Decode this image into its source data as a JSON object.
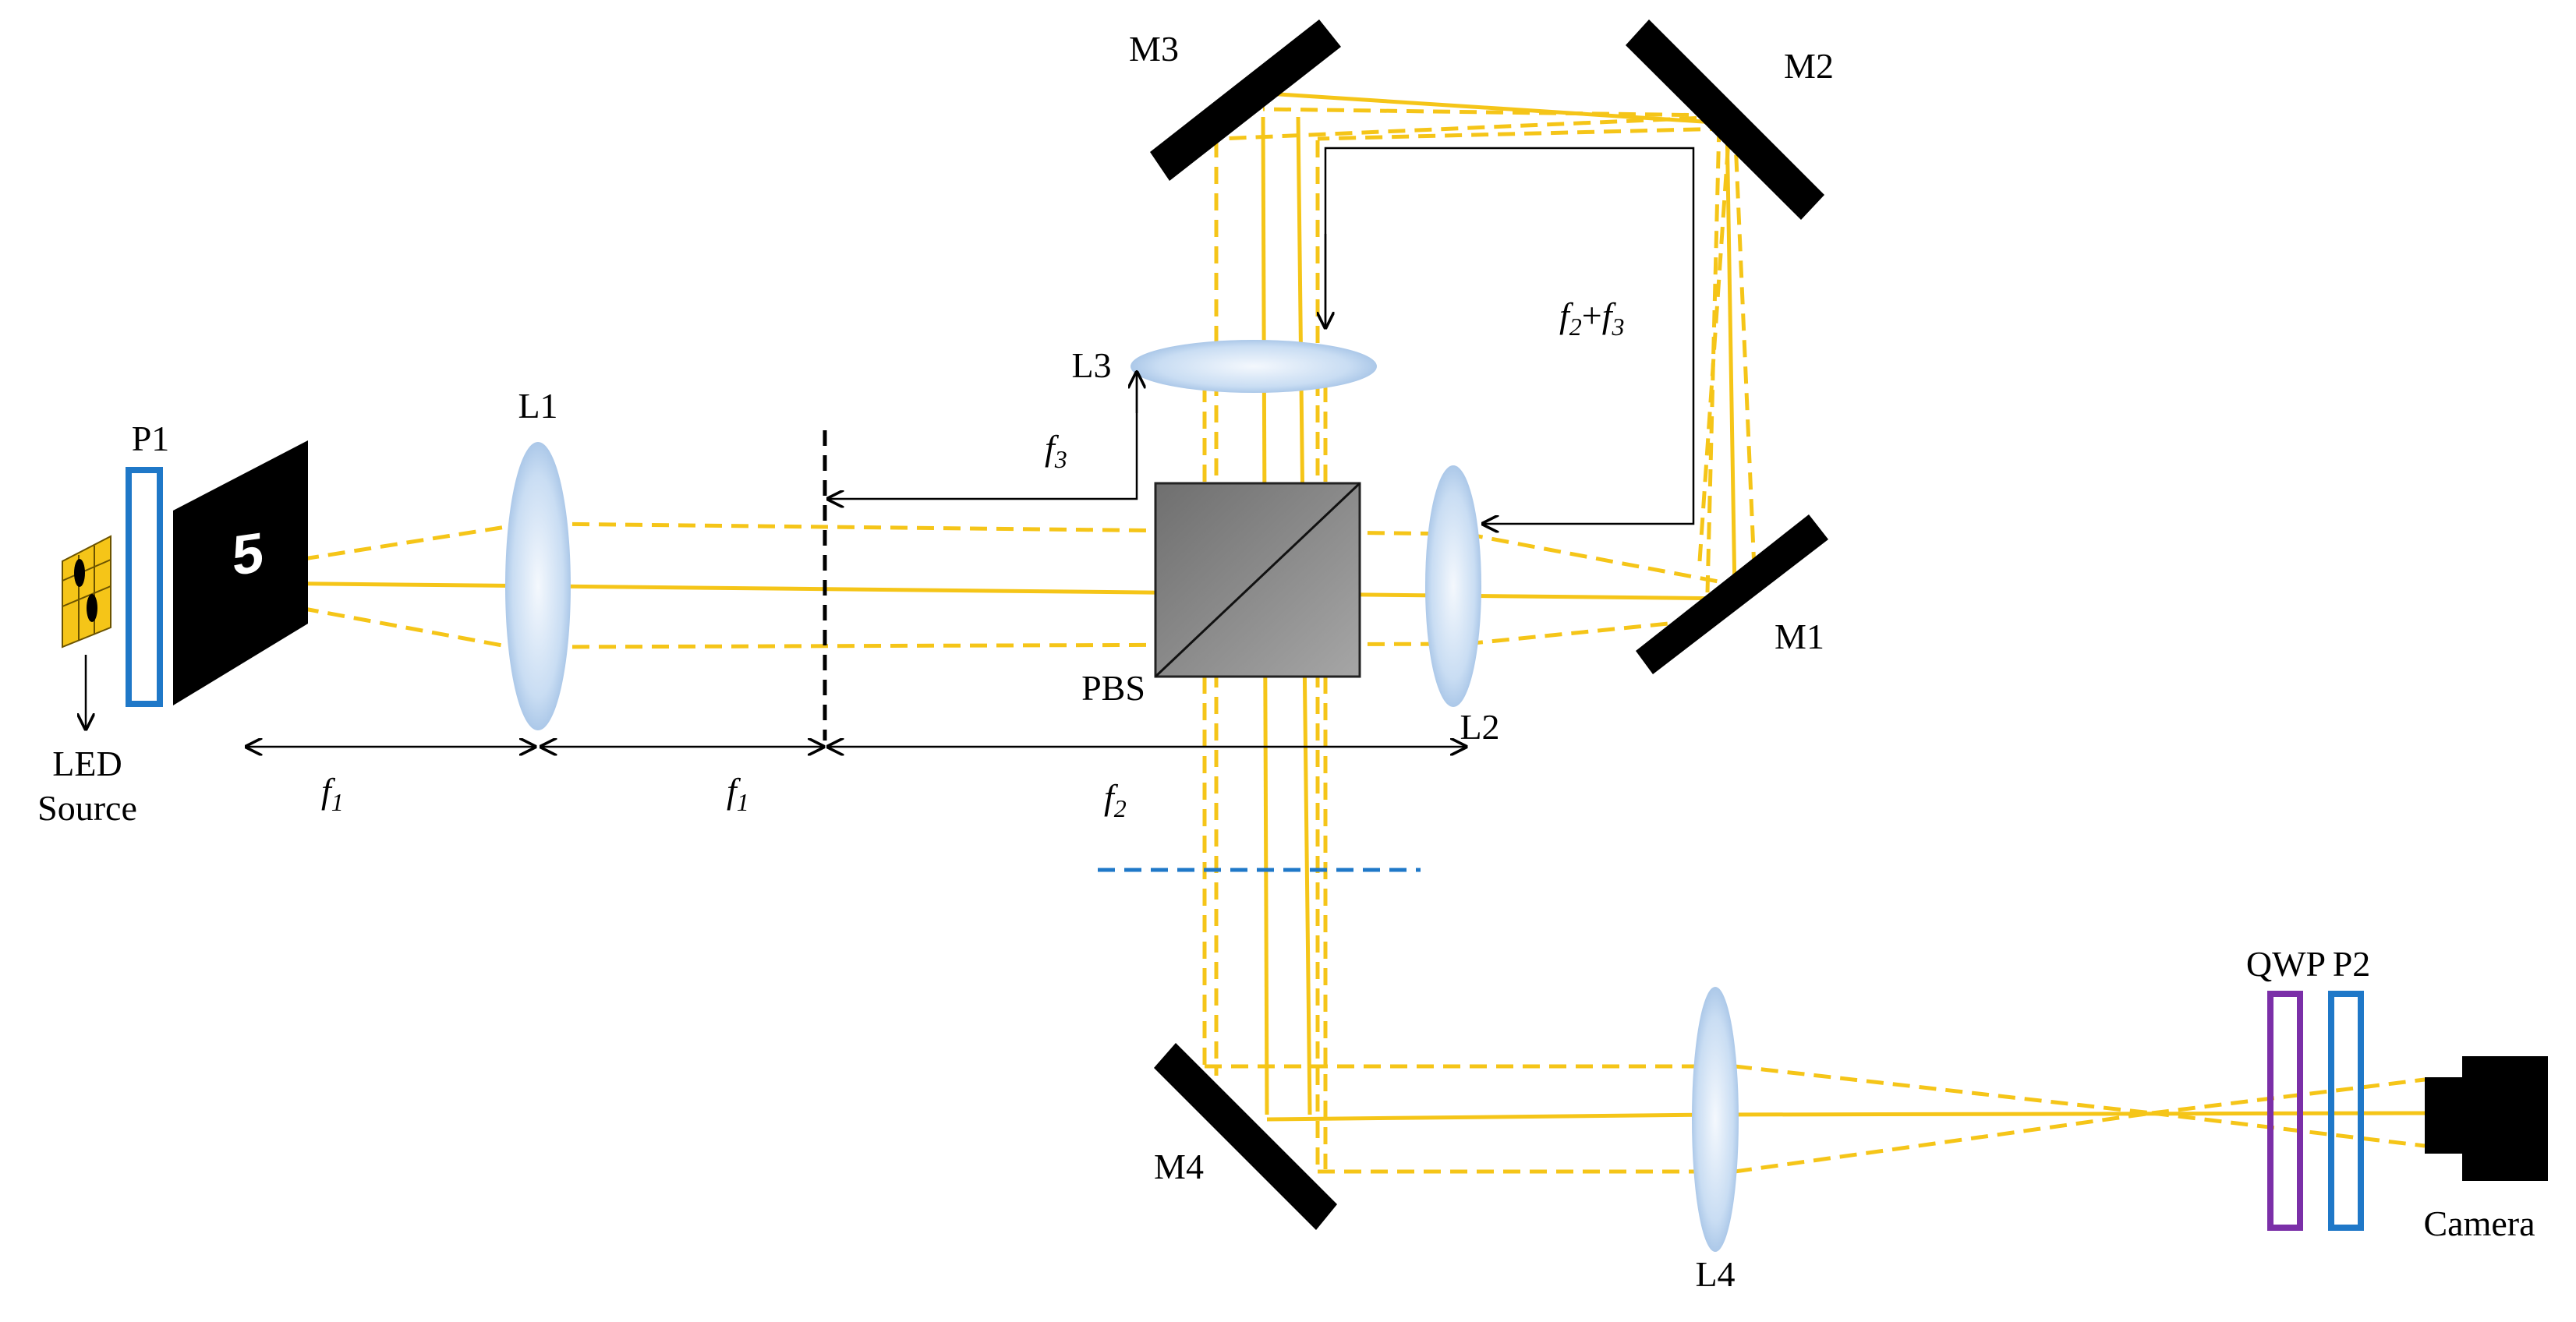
{
  "diagram": {
    "labels": {
      "p1": "P1",
      "led": "LED",
      "source": "Source",
      "l1": "L1",
      "l2": "L2",
      "l3": "L3",
      "l4": "L4",
      "pbs": "PBS",
      "m1": "M1",
      "m2": "M2",
      "m3": "M3",
      "m4": "M4",
      "qwp": "QWP",
      "p2": "P2",
      "camera": "Camera"
    },
    "distances": {
      "f1_a": "f",
      "f1_a_sub": "1",
      "f1_b": "f",
      "f1_b_sub": "1",
      "f2": "f",
      "f2_sub": "2",
      "f3": "f",
      "f3_sub": "3",
      "f2f3_a": "f",
      "f2f3_a_sub": "2",
      "f2f3_plus": "+",
      "f2f3_b": "f",
      "f2f3_b_sub": "3"
    },
    "colors": {
      "beam": "#f5c518",
      "polarizer": "#1f78c8",
      "qwp": "#7b2fa8",
      "lens": "#b9d3ee",
      "dashed_plane": "#1f78c8"
    },
    "object_glyph": "5"
  }
}
